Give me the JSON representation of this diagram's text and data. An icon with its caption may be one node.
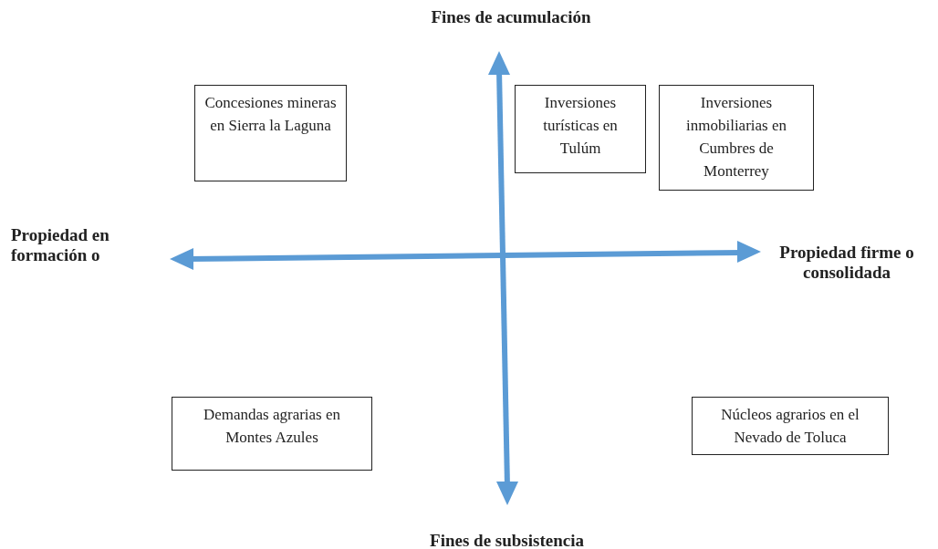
{
  "diagram": {
    "nodes": [
      {
        "text": [
          "Concesiones mineras en Sierra la Laguna"
        ]
      },
      {
        "text": [
          "Inversiones turísticas en Tulúm"
        ]
      },
      {
        "text": [
          "Inversiones inmobiliarias en Cumbres de Monterrey"
        ]
      },
      {
        "text": [
          "Demandas agrarias en Montes Azules"
        ]
      },
      {
        "text": [
          "Núcleos agrarios en el Nevado de Toluca"
        ]
      }
    ],
    "labels": [
      "Fines de acumulación",
      "Propiedad en formación o",
      "Propiedad firme o consolidada",
      "Fines de subsistencia"
    ]
  }
}
